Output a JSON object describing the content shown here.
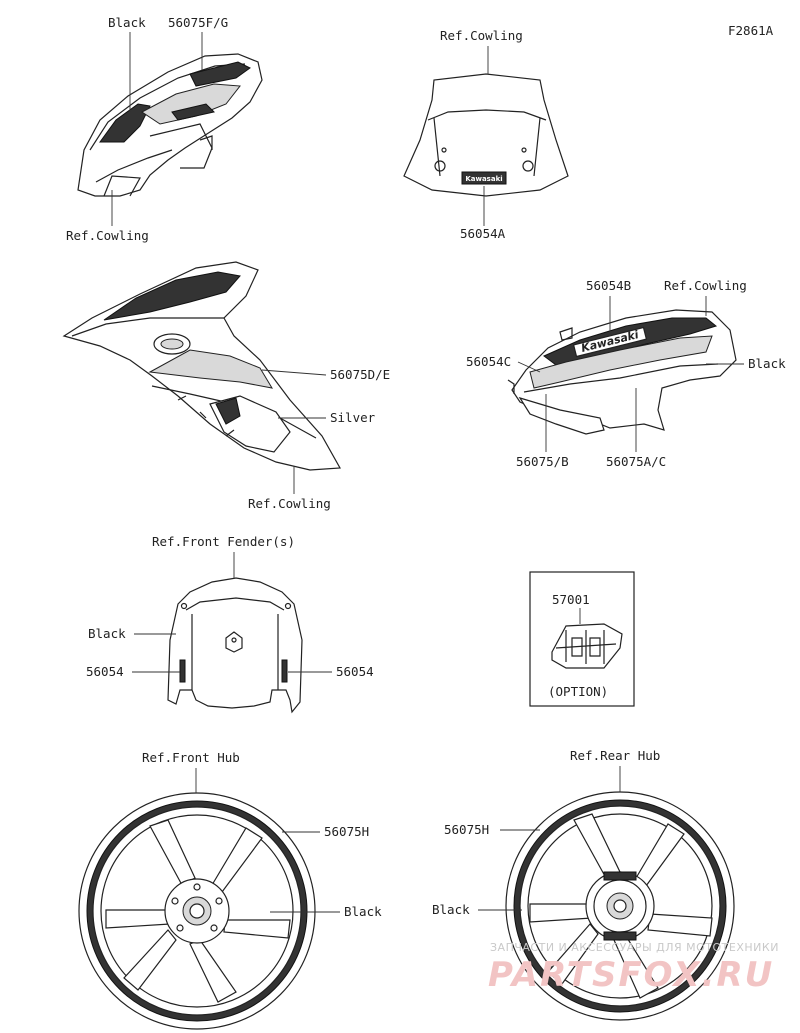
{
  "figure_code": "F2861A",
  "labels": {
    "upper_cowl": {
      "color": "Black",
      "part": "56075F/G",
      "ref": "Ref.Cowling"
    },
    "windshield": {
      "ref": "Ref.Cowling",
      "part": "56054A",
      "brand_mark": "Kawasaki"
    },
    "side_cowl_left": {
      "part": "56075D/E",
      "color": "Silver",
      "ref": "Ref.Cowling"
    },
    "side_cowl_right": {
      "part_b": "56054B",
      "ref": "Ref.Cowling",
      "part_c": "56054C",
      "color": "Black",
      "part_75b": "56075/B",
      "part_75ac": "56075A/C",
      "brand_mark": "Kawasaki"
    },
    "front_fender": {
      "ref": "Ref.Front Fender(s)",
      "color": "Black",
      "left_part": "56054",
      "right_part": "56054"
    },
    "option_box": {
      "part": "57001",
      "note": "(OPTION)"
    },
    "front_wheel": {
      "ref": "Ref.Front Hub",
      "part": "56075H",
      "color": "Black"
    },
    "rear_wheel": {
      "ref": "Ref.Rear Hub",
      "part": "56075H",
      "color": "Black"
    }
  },
  "watermark": {
    "line1": "ЗАПЧАСТИ И АКСЕССУАРЫ ДЛЯ МОТОТЕХНИКИ",
    "line2": "PARTSFOX.RU"
  }
}
